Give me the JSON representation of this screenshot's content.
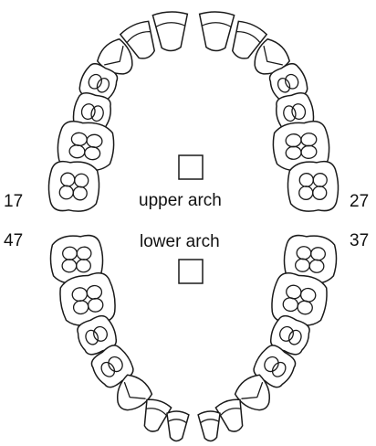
{
  "labels": {
    "upper_left_number": "17",
    "upper_right_number": "27",
    "lower_left_number": "47",
    "lower_right_number": "37",
    "upper_arch": "upper arch",
    "lower_arch": "lower arch"
  },
  "colors": {
    "stroke": "#1a1a1a",
    "background": "#ffffff"
  }
}
